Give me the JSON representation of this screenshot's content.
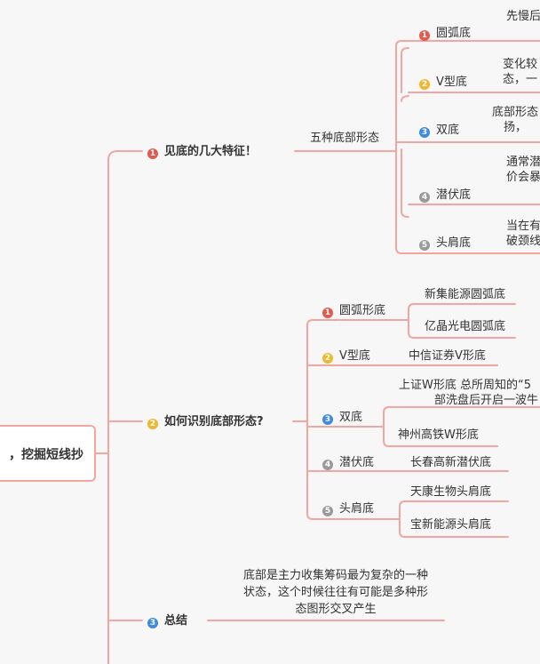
{
  "root": {
    "label": "，挖掘短线抄"
  },
  "branch1": {
    "num": "1",
    "label": "见底的几大特征！",
    "sub": "五种底部形态",
    "items": [
      {
        "num": "1",
        "label": "圆弧底",
        "desc1": "先慢后",
        "desc2": ""
      },
      {
        "num": "2",
        "label": "V型底",
        "desc1": "变化较",
        "desc2": "态，一"
      },
      {
        "num": "3",
        "label": "双底",
        "desc1": "底部形态",
        "desc2": "扬，"
      },
      {
        "num": "4",
        "label": "潜伏底",
        "desc1": "通常潜",
        "desc2": "价会暴"
      },
      {
        "num": "5",
        "label": "头肩底",
        "desc1": "当在有",
        "desc2": "破颈线"
      }
    ]
  },
  "branch2": {
    "num": "2",
    "label": "如何识别底部形态?",
    "items": [
      {
        "num": "1",
        "label": "圆弧形底",
        "examples": [
          "新集能源圆弧底",
          "亿晶光电圆弧底"
        ]
      },
      {
        "num": "2",
        "label": "V型底",
        "examples": [
          "中信证券V形底"
        ]
      },
      {
        "num": "3",
        "label": "双底",
        "examples": [
          "上证W形底 总所周知的“5",
          "部洗盘后开启一波牛",
          "神州高铁W形底"
        ]
      },
      {
        "num": "4",
        "label": "潜伏底",
        "examples": [
          "长春高新潜伏底"
        ]
      },
      {
        "num": "5",
        "label": "头肩底",
        "examples": [
          "天康生物头肩底",
          "宝新能源头肩底"
        ]
      }
    ]
  },
  "branch3": {
    "num": "3",
    "label": "总结",
    "text": [
      "底部是主力收集筹码最为复杂的一种",
      "状态，这个时候往往有可能是多种形",
      "态图形交叉产生"
    ]
  },
  "colors": {
    "line": "#f3a6a0",
    "red": "#e25a4e",
    "yellow": "#f0b72e",
    "blue": "#3d8be0",
    "gray": "#9a9a9a"
  }
}
